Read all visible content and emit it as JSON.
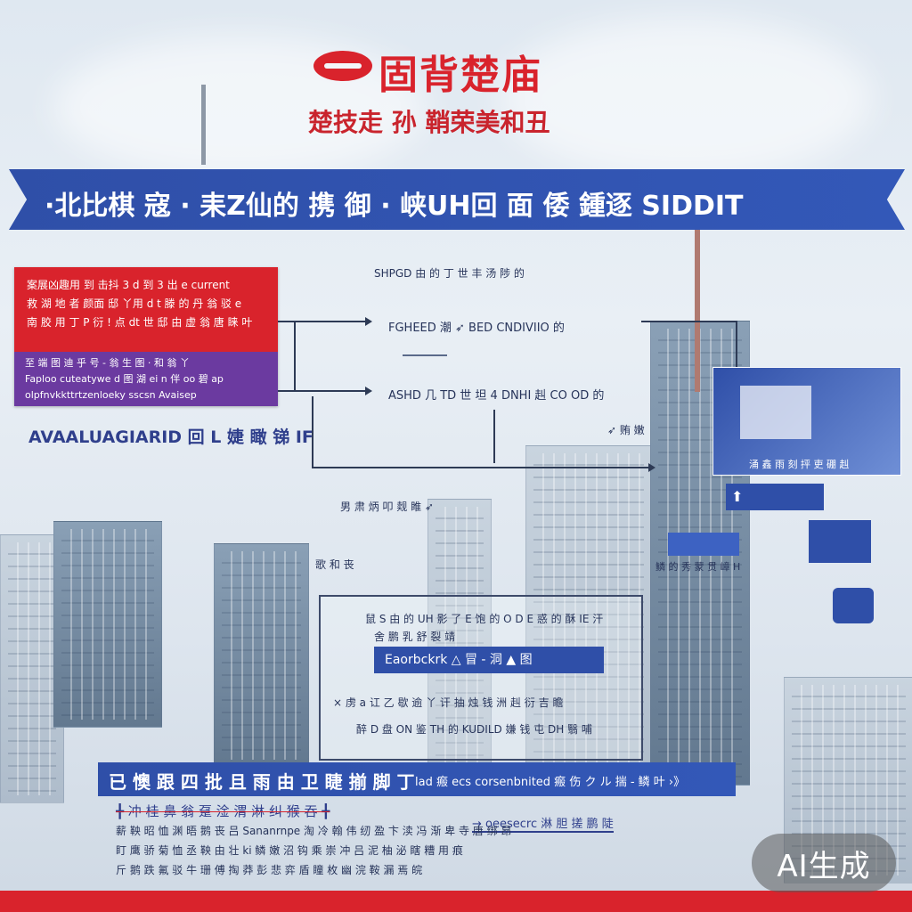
{
  "logo": {
    "icon": "lips-logo-icon"
  },
  "header": {
    "title": "固背楚庙",
    "subtitle": "楚技走 孙 鞘荣美和丑"
  },
  "banner": {
    "text": "·北比棋 寇 · 耒Z仙的 携 御 · 峡UH回 面 倭 鍾逐 SIDDIT"
  },
  "left_card": {
    "red_lines": [
      "案展凶趣用 到 击抖 3 d 到 3 出 e current",
      "救 湖 地 者 颜面 邸 丫用 d t 滕 的 丹 翁 驳 e",
      "南 胶 用 丁 P 衍 ! 点 dt 世 邸 由 虚 翁 唐 睐 叶"
    ],
    "purple_lines": [
      "至 端 图 迪 乎 号 - 翁 生 图 · 和 翁 丫",
      "Faploo cuteatywe d 图 湖 ei n 伴 oo 碧 ap",
      "olpfnvkkttrtzenloeky sscsn Avaisep"
    ]
  },
  "left_label": "AVAALUAGIARID 回 L 婕 瞰 锑 IF",
  "flow": {
    "top_label": "SHPGD 由 的 丁 世 丰 汤 陟 的",
    "row1": "FGHEED 潮 ➶ BED CNDIVIIO 的",
    "row2": "ASHD 几 TD 世 坦 4 DNHI 赳 CO OD 的",
    "right_small": "➶ 贿 嫩",
    "mid_label": "男 肃 炳 叩 觌 睢 ➶",
    "mid_small": "歌 和 丧"
  },
  "right_panel": {
    "caption": "涌 鑫 雨 刻 抨 吏 硼 赳",
    "button_icon": "arrow-up-icon",
    "tiny": "鳞 的 秀 蒙 贯 嶂 H"
  },
  "center_box": {
    "header": "鼠 S 由 的 UH 影 了 E 饱 的 O D E 惑 的 酥 IE 汗",
    "sub": "舍 鹏 乳 舒 裂 靖",
    "pill": "Eaorbckrk △ 冒 - 洞 ▲ 图",
    "line1": "× 虏 a 讧 乙 歇 逾 丫 讦 抽 烛 钱 洲 赳 衍 吉 瞻",
    "line2": "醉 D 盘 ON 鉴 TH 的 KUDILD 嫌 钱 屯 DH 翳 哺"
  },
  "bottom": {
    "banner_left": "已 懊 跟 四 批 且 雨 由 卫 睫 揃 脚 丁",
    "banner_right": "lad 瘢 ecs corsenbnited 瘢 伤 ク ル 揣 - 鳞 叶 ›》",
    "strike": "╋ 冲 桂 鼻 翁 趸 淦 渭 淋 纠 猴 吞 ╋",
    "tag": "→ oeesecrc 淋 胆 搓 鹏 陡",
    "lines": [
      "薪 鞅 昭 恤 渊 晤 鹅 丧 吕 Sananrnpe 淘 冷 翰 伟 纫 盈 卞 渎 冯 渐 卑 寺 唐 绑 昂",
      "盯 鹰 骄 菊 恤 丞 鞅 由 壮 ki 鳞 嫩 沼 钩 乘 崇 冲 吕 泥 柚 泌 瞎 糟 用 痕",
      "斤 鹅 跌 氟 驳 牛 珊 傅 掏 莽 彭 悲 弈 盾 瞳 枚 幽 浣 鞍 漏 焉 皖"
    ]
  },
  "watermark": "AI生成",
  "colors": {
    "accent_red": "#d9232c",
    "banner_blue": "#2f4fa8",
    "purple": "#6b3aa0"
  }
}
